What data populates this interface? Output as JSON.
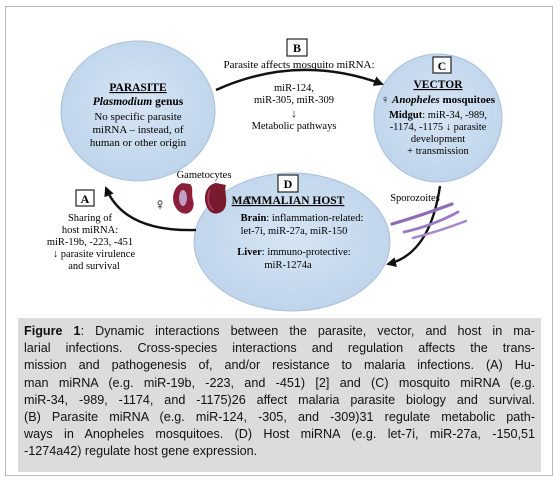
{
  "diagram": {
    "label_b": "B",
    "label_c": "C",
    "label_a": "A",
    "label_d": "D",
    "b_heading": "Parasite affects mosquito miRNA:",
    "b_mirna_1": "miR-124,",
    "b_mirna_2": "miR-305, miR-309",
    "b_arrow": "↓",
    "b_effect": "Metabolic pathways",
    "parasite": {
      "title": "PARASITE",
      "subtitle_italic": "Plasmodium",
      "subtitle_rest": " genus",
      "line1": "No specific parasite",
      "line2": "miRNA – instead, of",
      "line3": "human or other origin"
    },
    "vector": {
      "title": "VECTOR",
      "symbol": "♀",
      "species_italic": "Anopheles",
      "species_rest": " mosquitoes",
      "midgut_label": "Midgut",
      "midgut_rest": ": miR-34, -989,",
      "line2": "-1174, -1175 ↓ parasite",
      "line3": "development",
      "line4": "+ transmission"
    },
    "gametocytes_label": "Gametocytes",
    "female_symbol": "♀",
    "male_symbol": "♂",
    "sporozoites_label": "Sporozoites",
    "a_block": {
      "line1": "Sharing of",
      "line2": "host miRNA:",
      "line3": "miR-19b, -223, -451",
      "line4": "↓ parasite virulence",
      "line5": "and survival"
    },
    "host": {
      "title": "MAMMALIAN HOST",
      "brain_label": "Brain",
      "brain_rest": ": inflammation-related:",
      "brain_line2": "let-7i, miR-27a, miR-150",
      "liver_label": "Liver",
      "liver_rest": ": immuno-protective:",
      "liver_line2": "miR-1274a"
    },
    "colors": {
      "circle_fill": "#c9dcef",
      "circle_edge": "#a9c0da",
      "box_stroke": "#222222",
      "arrow": "#111111",
      "gametocyte_female": "#8b1f3a",
      "gametocyte_male": "#7a1a2e",
      "sporozoite": "#8f6bb8"
    }
  },
  "caption": {
    "label": "Figure 1",
    "line1_rest": ": Dynamic interactions between the parasite, vector, and host in ma-",
    "line2": "larial infections. Cross-species interactions and regulation affects the trans-",
    "line3": "mission and pathogenesis of, and/or resistance to malaria infections. (A) Hu-",
    "line4": "man miRNA (e.g. miR-19b, -223, and -451) [2] and (C) mosquito miRNA (e.g.",
    "line5": "miR-34, -989, -1174, and -1175)26 affect malaria parasite biology and survival.",
    "line6": "(B) Parasite miRNA (e.g. miR-124, -305, and -309)31 regulate metabolic path-",
    "line7": "ways in Anopheles mosquitoes. (D) Host miRNA (e.g. let-7i, miR-27a, -150,51",
    "line8": "-1274a42) regulate host gene expression."
  }
}
